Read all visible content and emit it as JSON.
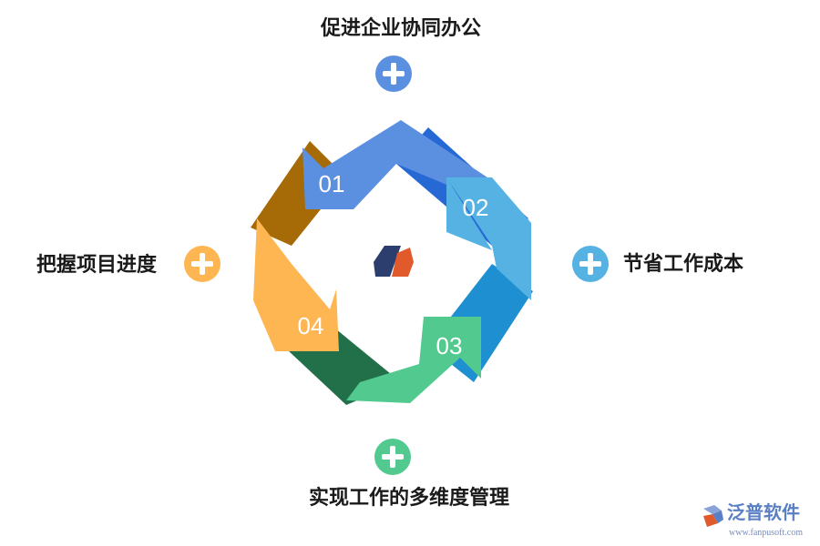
{
  "items": [
    {
      "number": "01",
      "label": "促进企业协同办公",
      "color": "#5b8fe0"
    },
    {
      "number": "02",
      "label": "节省工作成本",
      "color": "#55b2e2"
    },
    {
      "number": "03",
      "label": "实现工作的多维度管理",
      "color": "#52c98f"
    },
    {
      "number": "04",
      "label": "把握项目进度",
      "color": "#fdb652"
    }
  ],
  "colors": {
    "blue_dark": "#2668d4",
    "cyan_dark": "#1e8fd0",
    "green_dark": "#217049",
    "orange_dark": "#a66a06",
    "logo_navy": "#2b3e6e",
    "logo_orange": "#e05a2b"
  },
  "icons": {
    "plus": "plus-icon",
    "center_logo": "fanpu-logo",
    "watermark_logo": "fanpu-logo"
  },
  "watermark": {
    "name": "泛普软件",
    "url": "www.fanpusoft.com"
  }
}
